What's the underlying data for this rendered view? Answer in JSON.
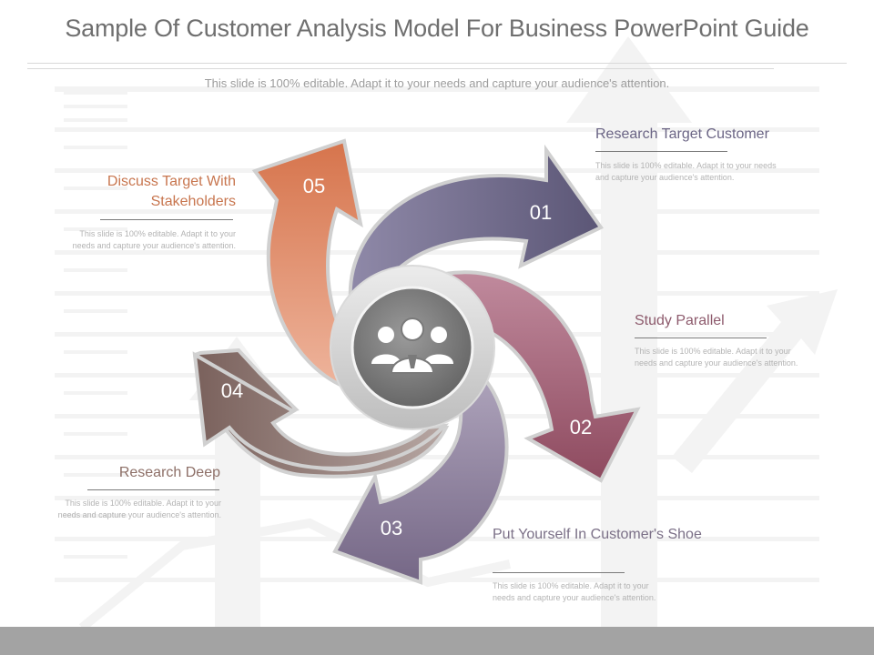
{
  "title": "Sample Of Customer Analysis Model For Business PowerPoint Guide",
  "subtitle": "This slide is 100% editable. Adapt it to your needs and capture your audience's attention.",
  "colors": {
    "step01": "#6b6585",
    "step02": "#9a5468",
    "step03": "#7f6f8d",
    "step04": "#7d6560",
    "step05": "#d77a55",
    "label05": "#c8764f",
    "label04": "#8d6f67",
    "label01": "#6b6585",
    "label02": "#8d5a6c",
    "label03": "#7b7087",
    "center": "#7d7d7d",
    "footer": "#a3a3a3"
  },
  "steps": [
    {
      "number": "01",
      "title": "Research Target Customer",
      "description": "This slide is 100% editable. Adapt it to your needs and capture your audience's attention."
    },
    {
      "number": "02",
      "title": "Study Parallel",
      "description": "This slide is 100% editable. Adapt it to your needs and capture your audience's attention."
    },
    {
      "number": "03",
      "title": "Put Yourself In Customer's Shoe",
      "description": "This slide is 100% editable. Adapt it to your needs and capture your audience's attention."
    },
    {
      "number": "04",
      "title": "Research Deep",
      "description": "This slide is 100% editable. Adapt it to your needs and capture your audience's attention."
    },
    {
      "number": "05",
      "title": "Discuss Target With Stakeholders",
      "description": "This slide is 100% editable. Adapt it to your needs and capture your audience's attention."
    }
  ],
  "center_icon": "people-group-icon"
}
